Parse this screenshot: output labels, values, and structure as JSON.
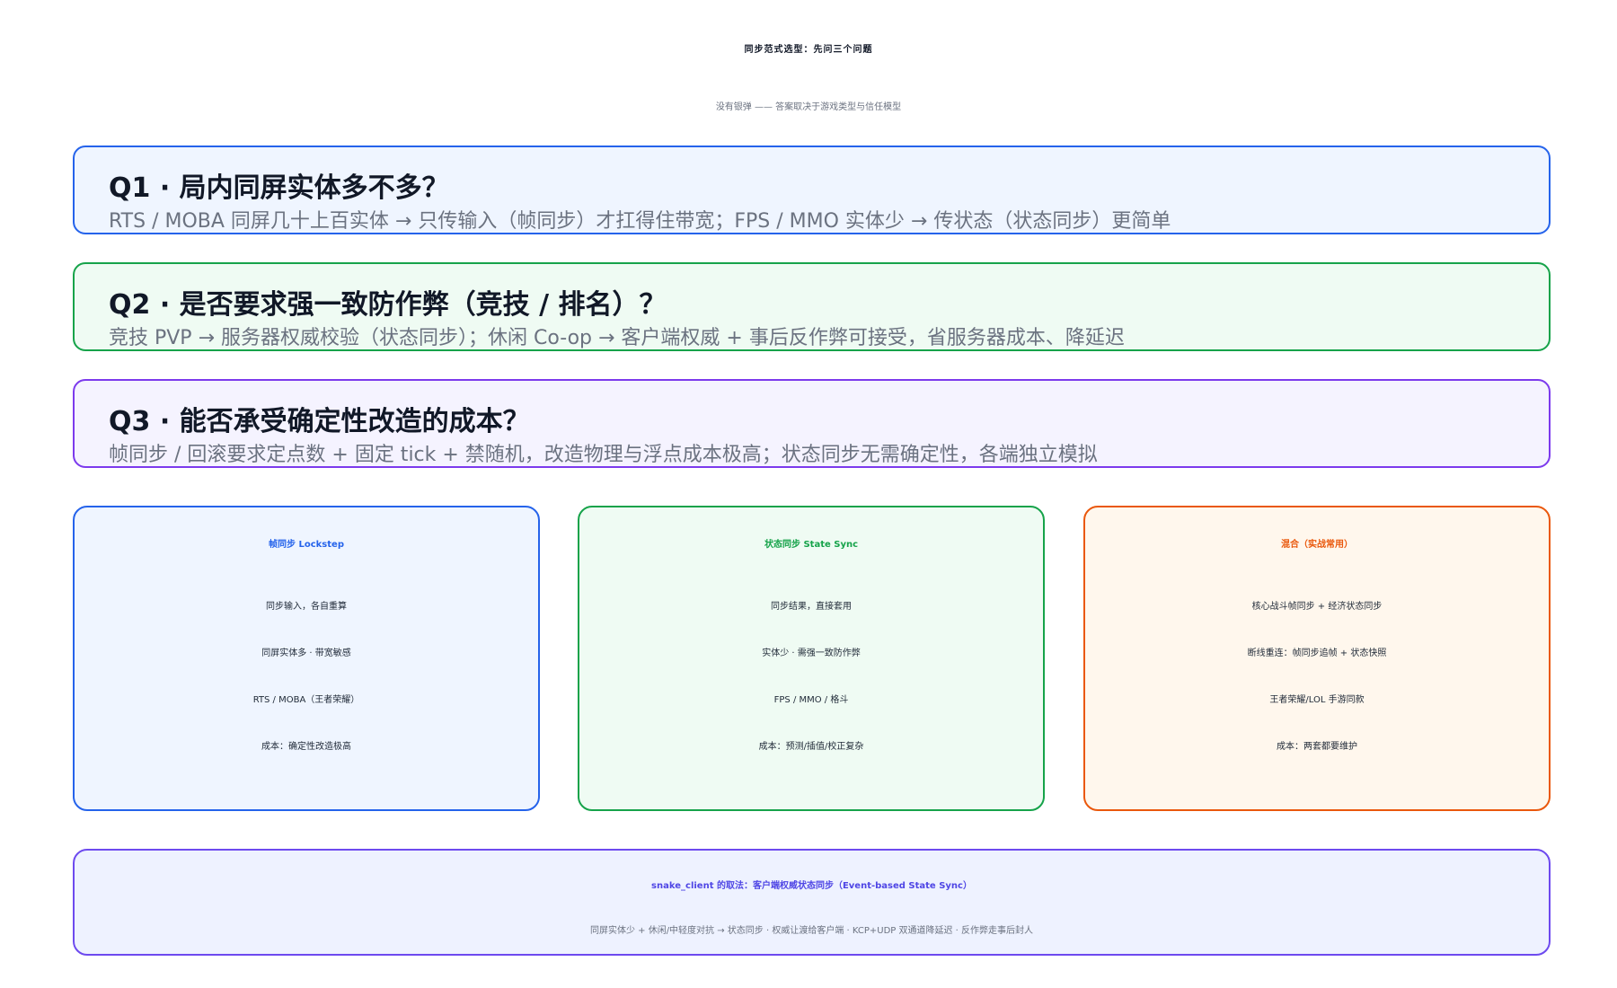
{
  "title": "同步范式选型：先问三个问题",
  "subtitle": "没有银弹 —— 答案取决于游戏类型与信任模型",
  "questions": [
    {
      "heading": "Q1 · 局内同屏实体多不多？",
      "detail": "RTS / MOBA 同屏几十上百实体 → 只传输入（帧同步）才扛得住带宽；FPS / MMO 实体少 → 传状态（状态同步）更简单",
      "color": "#2563eb"
    },
    {
      "heading": "Q2 · 是否要求强一致防作弊（竞技 / 排名）？",
      "detail": "竞技 PVP → 服务器权威校验（状态同步）；休闲 Co-op → 客户端权威 + 事后反作弊可接受，省服务器成本、降延迟",
      "color": "#16a34a"
    },
    {
      "heading": "Q3 · 能否承受确定性改造的成本？",
      "detail": "帧同步 / 回滚要求定点数 + 固定 tick + 禁随机，改造物理与浮点成本极高；状态同步无需确定性，各端独立模拟",
      "color": "#7c3aed"
    }
  ],
  "paradigms": [
    {
      "title": "帧同步 Lockstep",
      "color": "#2563eb",
      "lines": [
        "同步输入，各自重算",
        "同屏实体多 · 带宽敏感",
        "RTS / MOBA（王者荣耀）",
        "成本：确定性改造极高"
      ]
    },
    {
      "title": "状态同步 State Sync",
      "color": "#16a34a",
      "lines": [
        "同步结果，直接套用",
        "实体少 · 需强一致防作弊",
        "FPS / MMO / 格斗",
        "成本：预测/插值/校正复杂"
      ]
    },
    {
      "title": "混合（实战常用）",
      "color": "#ea580c",
      "lines": [
        "核心战斗帧同步 + 经济状态同步",
        "断线重连：帧同步追帧 + 状态快照",
        "王者荣耀/LOL 手游同款",
        "成本：两套都要维护"
      ]
    }
  ],
  "conclusion": {
    "title": "snake_client 的取法：客户端权威状态同步（Event-based State Sync）",
    "detail": "同屏实体少 + 休闲/中轻度对抗 → 状态同步 · 权威让渡给客户端 · KCP+UDP 双通道降延迟 · 反作弊走事后封人",
    "color": "#4f46e5"
  }
}
